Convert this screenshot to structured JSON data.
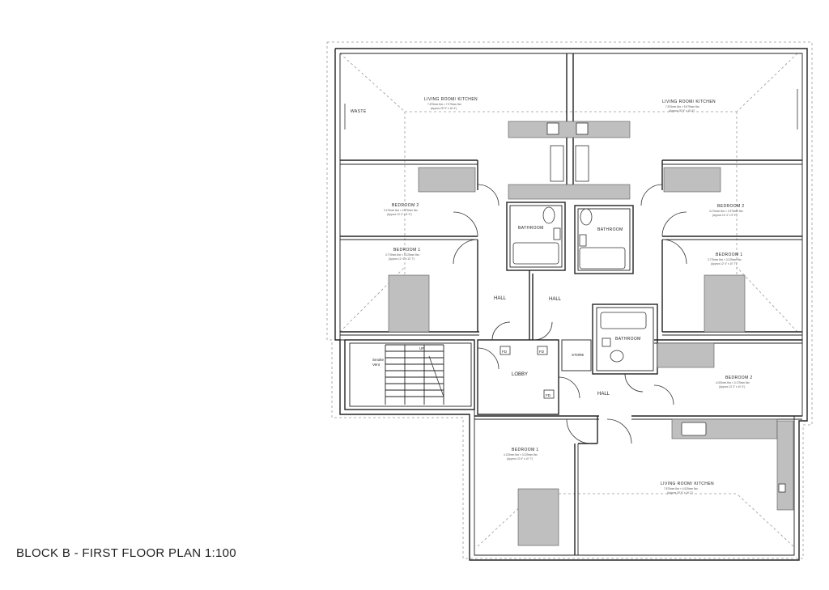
{
  "plan": {
    "title": "BLOCK B - FIRST FLOOR PLAN 1:100",
    "rooms": {
      "lrk_left": {
        "label": "LIVING ROOM/ KITCHEN",
        "dim1": "7.875mm 8xx × 7.975mm 8xx",
        "dim2": "(Approx 25' 9\" x 16' 4\")"
      },
      "lrk_right": {
        "label": "LIVING ROOM/ KITCHEN",
        "dim1": "7.875mm 8xx × 5.975mm 8xx",
        "dim2": "(Approx 25' 9\" x 16' 4\")"
      },
      "lrk_bottom": {
        "label": "LIVING ROOM/ KITCHEN",
        "dim1": "7.875mm 8xx × 4.525mm 8xx",
        "dim2": "(Approx 25' 9\" x 16' 1\")"
      },
      "bed2_left": {
        "label": "BEDROOM 2",
        "dim1": "3.175mm 8xx × 2.975mm 8xx",
        "dim2": "(Approx 10' 4\" x 9' 9\")"
      },
      "bed1_left": {
        "label": "BEDROOM 1",
        "dim1": "3.775mm 8xx × 3.225mm 8xx",
        "dim2": "(Approx 12' 4\" x 10' 7\")"
      },
      "bed2_right": {
        "label": "BEDROOM 2",
        "dim1": "3.175mm 8xx × 2.975mm 8xx",
        "dim2": "(Approx 10' 4\" x 9' 9\")"
      },
      "bed1_right": {
        "label": "BEDROOM 1",
        "dim1": "3.775mm 8xx × 3.225mm 8xx",
        "dim2": "(Approx 12' 4\" x 10' 7\")"
      },
      "bed2_lower": {
        "label": "BEDROOM 2",
        "dim1": "4.025mm 8xx × 3.175mm 8xx",
        "dim2": "(Approx 13' 2\" x 10' 4\")"
      },
      "bed1_bottom": {
        "label": "BEDROOM 1",
        "dim1": "4.125mm 8xx × 3.225mm 8xx",
        "dim2": "(Approx 13' 6\" x 10' 7\")"
      },
      "bath_left": {
        "label": "BATHROOM"
      },
      "bath_mid": {
        "label": "BATHROOM"
      },
      "bath_right": {
        "label": "BATHROOM"
      },
      "hall_left": {
        "label": "HALL"
      },
      "hall_mid": {
        "label": "HALL"
      },
      "hall_lower": {
        "label": "HALL"
      },
      "lobby": {
        "label": "LOBBY"
      },
      "store": {
        "label": "STORE"
      }
    },
    "misc": {
      "waste": "WASTE",
      "up_arrow": "UP",
      "smoke_vent_1": "Smoke",
      "smoke_vent_2": "Vent",
      "fd_label_1": "FD",
      "fd_label_2": "FD",
      "fd_label_3": "FD"
    }
  }
}
